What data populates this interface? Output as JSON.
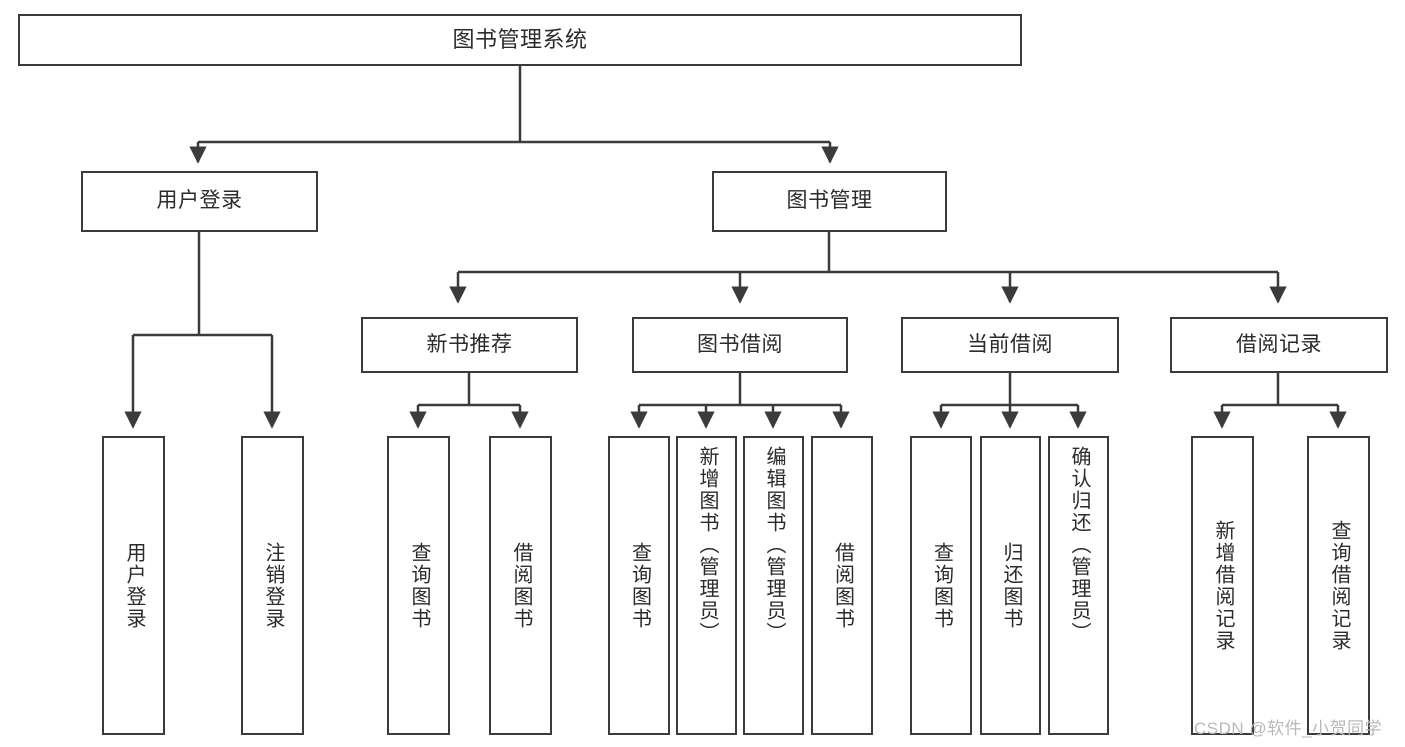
{
  "diagram": {
    "type": "hierarchy-tree",
    "title": "图书管理系统",
    "colors": {
      "box_border": "#3b3b3b",
      "box_fill": "#ffffff",
      "connector": "#3b3b3b",
      "text": "#2b2b2b",
      "watermark": "#b9b9b9",
      "background": "#ffffff"
    },
    "root": {
      "label": "图书管理系统"
    },
    "level2": [
      {
        "label": "用户登录"
      },
      {
        "label": "图书管理"
      }
    ],
    "level3": [
      {
        "label": "新书推荐"
      },
      {
        "label": "图书借阅"
      },
      {
        "label": "当前借阅"
      },
      {
        "label": "借阅记录"
      }
    ],
    "leaves": {
      "user_login": [
        {
          "label": "用户登录"
        },
        {
          "label": "注销登录"
        }
      ],
      "new_book_recommend": [
        {
          "label": "查询图书"
        },
        {
          "label": "借阅图书"
        }
      ],
      "book_borrow": [
        {
          "label": "查询图书"
        },
        {
          "label": "新增图书（管理员）"
        },
        {
          "label": "编辑图书（管理员）"
        },
        {
          "label": "借阅图书"
        }
      ],
      "current_borrow": [
        {
          "label": "查询图书"
        },
        {
          "label": "归还图书"
        },
        {
          "label": "确认归还（管理员）"
        }
      ],
      "borrow_record": [
        {
          "label": "新增借阅记录"
        },
        {
          "label": "查询借阅记录"
        }
      ]
    }
  },
  "watermark": {
    "text": "CSDN @软件_小贺同学"
  }
}
